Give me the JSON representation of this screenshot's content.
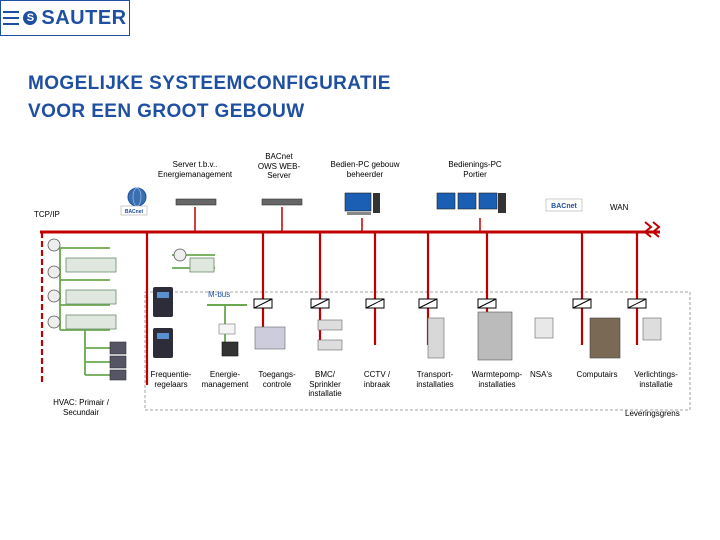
{
  "brand": {
    "name": "SAUTER"
  },
  "title": {
    "line1": "MOGELIJKE SYSTEEMCONFIGURATIE",
    "line2": "VOOR EEN GROOT GEBOUW"
  },
  "top_labels": {
    "server": "Server t.b.v.. Energiemanagement",
    "bacnet_server": "BACnet OWS WEB-Server",
    "bedien_pc": "Bedien-PC gebouw beheerder",
    "bedienings_pc": "Bedienings-PC Portier"
  },
  "network": {
    "tcpip": "TCP/IP",
    "wan": "WAN",
    "mbus": "M-bus"
  },
  "bottom_labels": {
    "frequentie": "Frequentie-regelaars",
    "energie": "Energie-management",
    "toegang": "Toegangs-controle",
    "bmc": "BMC/ Sprinkler installatie",
    "cctv": "CCTV / inbraak",
    "transport": "Transport-installaties",
    "warmtepomp": "Warmtepomp-installaties",
    "nsa": "NSA's",
    "computairs": "Computairs",
    "verlichting": "Verlichtings-installatie",
    "hvac": "HVAC: Primair / Secundair",
    "leveringsgrens": "Leveringsgrens"
  },
  "colors": {
    "accent": "#1f4fa0",
    "bus": "#c00000",
    "mbus": "#6aa84f"
  }
}
